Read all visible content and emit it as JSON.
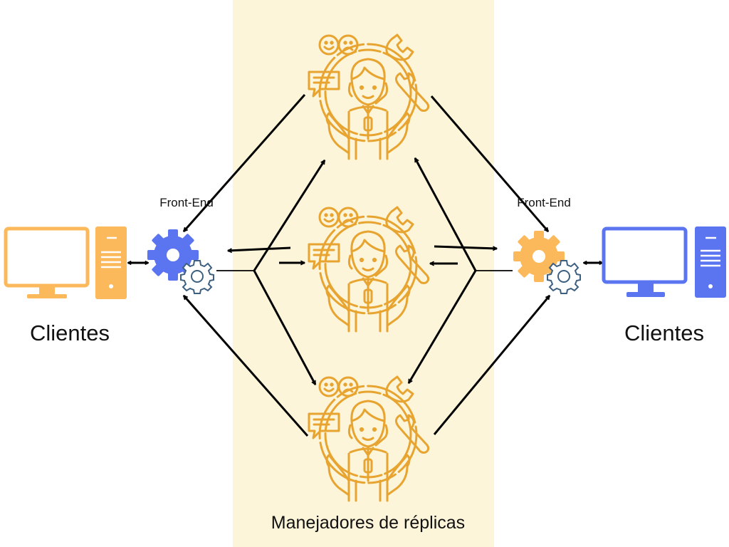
{
  "diagram": {
    "client_left_label": "Clientes",
    "client_right_label": "Clientes",
    "frontend_left_label": "Front-End",
    "frontend_right_label": "Front-End",
    "replicas_label": "Manejadores de réplicas"
  },
  "colors": {
    "background": "#ffffff",
    "replica_band": "#fdf5d9",
    "orange": "#fcb95b",
    "replica_gold": "#e8a431",
    "blue": "#5b74f0",
    "gear_outline": "#3d6080",
    "arrow": "#000000"
  },
  "icons": {
    "computer_left": "desktop-computer-icon",
    "computer_right": "desktop-computer-icon",
    "frontend_left": "gears-icon",
    "frontend_right": "gears-icon",
    "replica_manager": "customer-support-agent-icon"
  }
}
